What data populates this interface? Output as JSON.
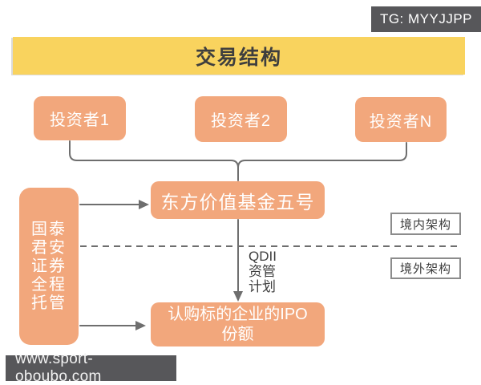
{
  "badge": {
    "text": "TG: MYYJJPP"
  },
  "title": {
    "text": "交易结构"
  },
  "investors": [
    {
      "label": "投资者1"
    },
    {
      "label": "投资者2"
    },
    {
      "label": "投资者N"
    }
  ],
  "fund": {
    "label": "东方价值基金五号"
  },
  "custodian": {
    "lines": [
      "国泰",
      "君安",
      "证券",
      "全程",
      "托管"
    ]
  },
  "qdii": {
    "lines": [
      "QDII",
      "资管",
      "计划"
    ]
  },
  "ipo": {
    "lines": [
      "认购标的企业的IPO",
      "份额"
    ]
  },
  "regions": [
    {
      "label": "境内架构"
    },
    {
      "label": "境外架构"
    }
  ],
  "watermark": {
    "text": "www.sport-oboubo.com"
  },
  "colors": {
    "orange": "#F2A77C",
    "yellow": "#F9D35E",
    "line": "#6E6E6E",
    "badgebg": "#57575A",
    "textdark": "#3E3E3E",
    "boxborder": "#8C8C8C",
    "whitetext": "#FFFFFF"
  }
}
